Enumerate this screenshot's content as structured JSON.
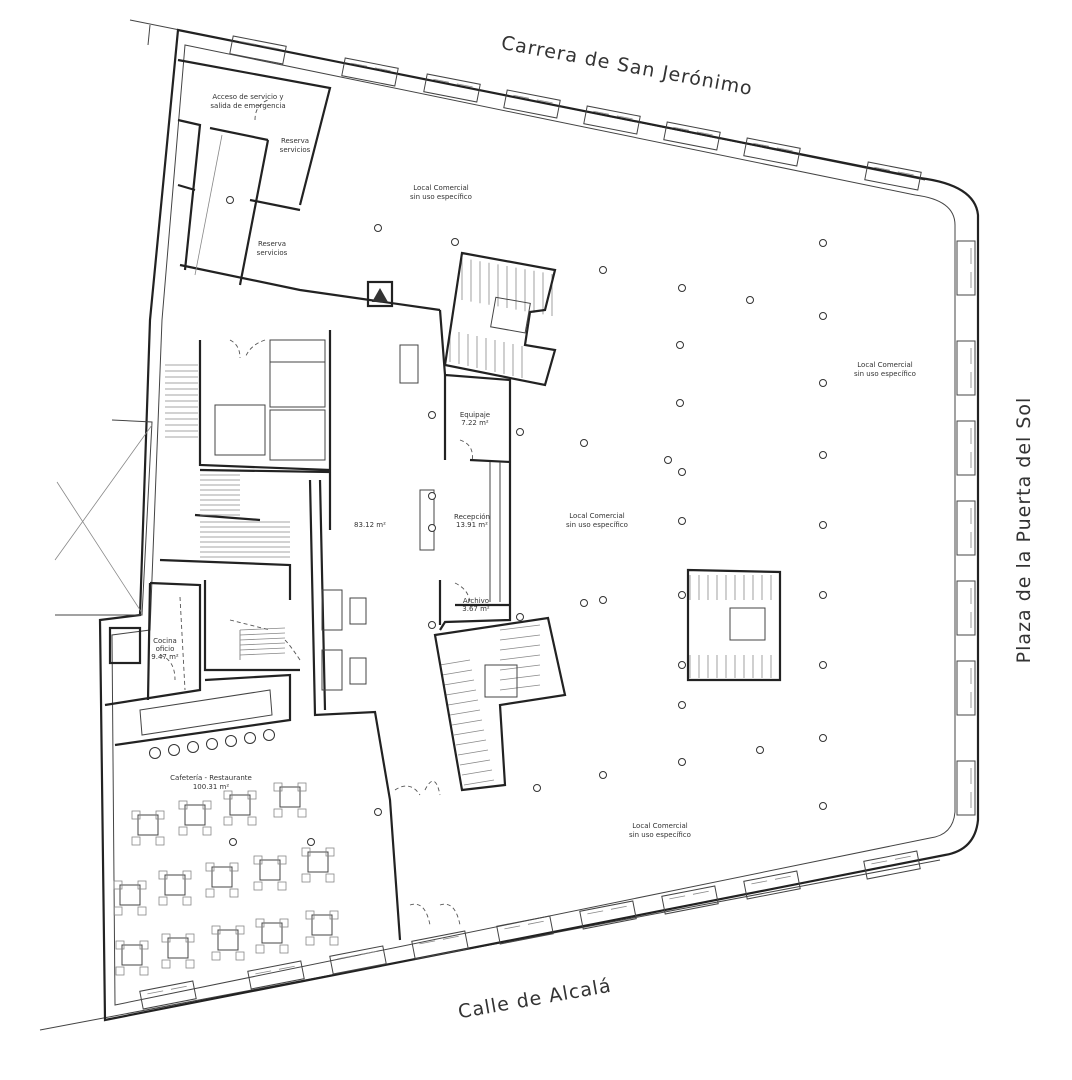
{
  "streets": {
    "north": "Carrera de San Jerónimo",
    "east": "Plaza de la Puerta del Sol",
    "south": "Calle de Alcalá"
  },
  "rooms": {
    "acceso": [
      "Acceso de servicio y",
      "salida de emergencia"
    ],
    "reserva1": [
      "Reserva",
      "servicios"
    ],
    "reserva2": [
      "Reserva",
      "servicios"
    ],
    "local_north": [
      "Local Comercial",
      "sin uso específico"
    ],
    "local_east": [
      "Local Comercial",
      "sin uso específico"
    ],
    "local_center": [
      "Local Comercial",
      "sin uso específico"
    ],
    "local_south": [
      "Local Comercial",
      "sin uso específico"
    ],
    "equipaje": [
      "Equipaje",
      "7.22 m²"
    ],
    "recepcion": [
      "Recepción",
      "13.91 m²"
    ],
    "archivo": [
      "Archivo",
      "3.67 m²"
    ],
    "hall": "83.12 m²",
    "cocina": [
      "Cocina",
      "oficio",
      "9.47 m²"
    ],
    "cafeteria": [
      "Cafetería - Restaurante",
      "100.31 m²"
    ]
  }
}
